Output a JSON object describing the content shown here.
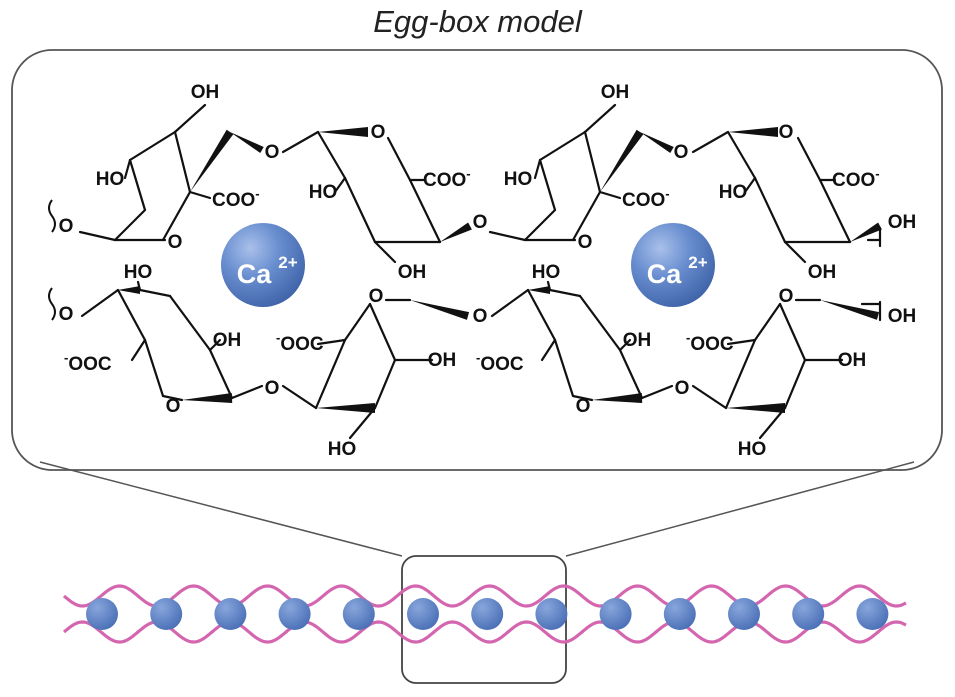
{
  "title": "Egg-box model",
  "ion": {
    "symbol": "Ca",
    "charge": "2+"
  },
  "groups": {
    "hydroxyl": "HO",
    "hydroxyl_right": "OH",
    "oxygen": "O",
    "carboxylate": "COO",
    "carboxylate_left": "OOC",
    "minus": "-"
  },
  "colors": {
    "chain": "#d466b0",
    "bead": "#5b82c5",
    "outline": "#555555",
    "bond": "#111111"
  },
  "chain_beads": 13
}
